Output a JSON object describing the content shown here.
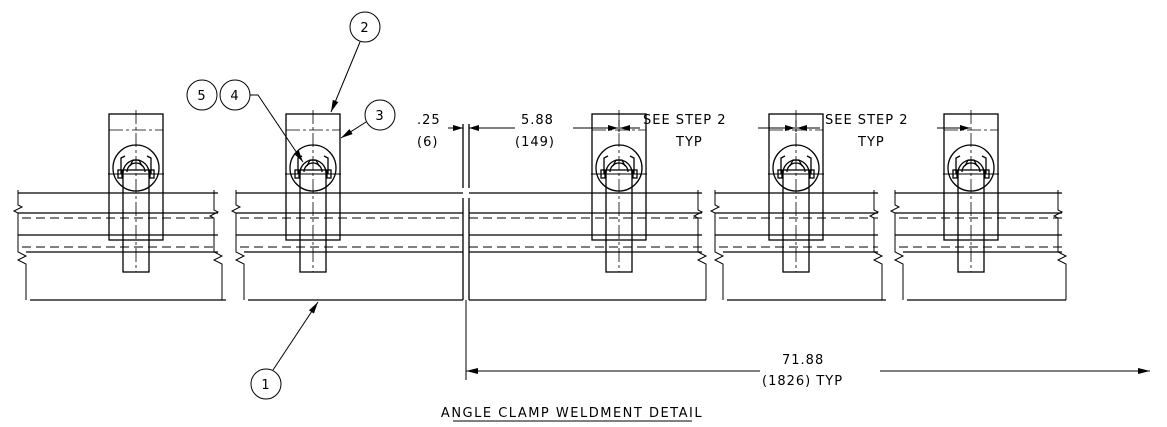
{
  "title": "ANGLE CLAMP WELDMENT DETAIL",
  "balloons": [
    "1",
    "2",
    "3",
    "4",
    "5"
  ],
  "dimensions": {
    "gap": {
      "value": ".25",
      "metric": "(6)"
    },
    "spacing": {
      "value": "5.88",
      "metric": "(149)"
    },
    "see_step_1": {
      "text": "SEE STEP 2",
      "note": "TYP"
    },
    "see_step_2": {
      "text": "SEE STEP 2",
      "note": "TYP"
    },
    "overall": {
      "value": "71.88",
      "metric": "(1826) TYP"
    }
  }
}
